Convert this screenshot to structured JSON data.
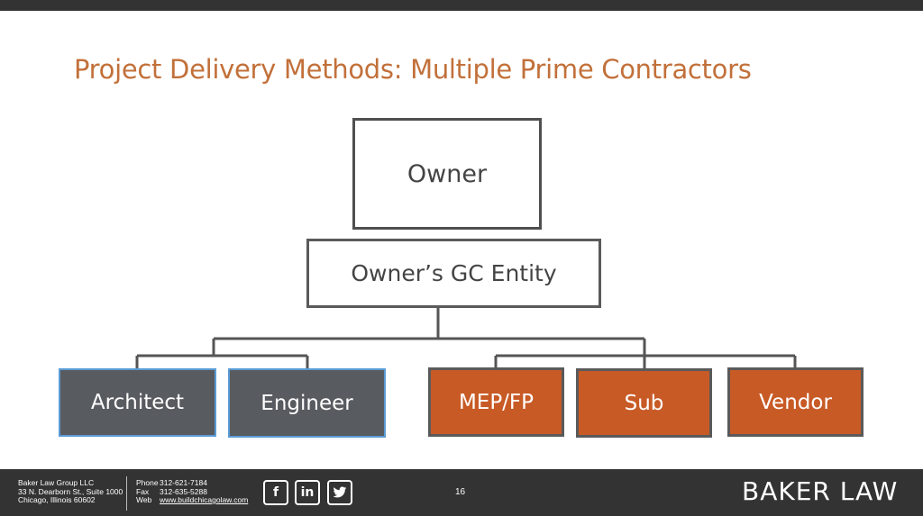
{
  "slide": {
    "title": "Project Delivery Methods: Multiple Prime Contractors"
  },
  "diagram": {
    "owner": "Owner",
    "gc_entity": "Owner’s GC Entity",
    "design": [
      "Architect",
      "Engineer"
    ],
    "trades": [
      "MEP/FP",
      "Sub",
      "Vendor"
    ]
  },
  "footer": {
    "company": "Baker Law Group LLC",
    "address_line1": "33 N. Dearborn St., Suite 1000",
    "address_line2": "Chicago, Illinois 60602",
    "phone_label": "Phone",
    "phone": "312-621-7184",
    "fax_label": "Fax",
    "fax": "312-635-5288",
    "web_label": "Web",
    "web": "www.buildchicagolaw.com",
    "social": {
      "facebook": "f",
      "linkedin": "in",
      "twitter": "t"
    },
    "page_number": "16",
    "logo": "BAKER LAW"
  },
  "colors": {
    "title": "#c2703a",
    "design_box": "#585b60",
    "trade_box": "#c85a26",
    "footer": "#333333"
  },
  "icons": [
    "facebook-icon",
    "linkedin-icon",
    "twitter-icon"
  ]
}
